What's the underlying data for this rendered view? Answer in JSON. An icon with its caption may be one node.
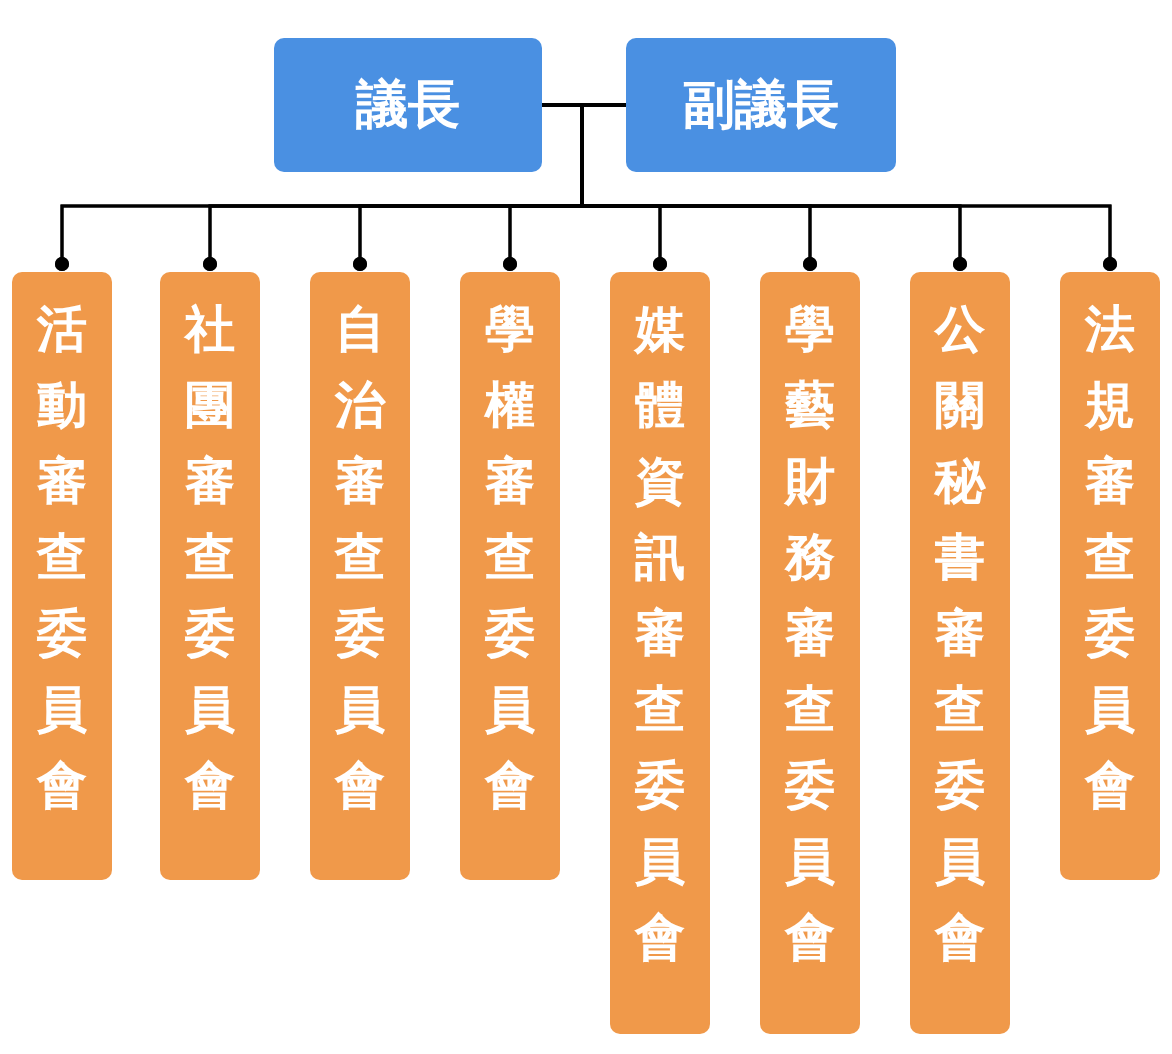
{
  "diagram": {
    "nodes": [
      {
        "text": [
          "議長"
        ]
      },
      {
        "text": [
          "副議長"
        ]
      },
      {
        "text": [
          "活動審查委員會"
        ]
      },
      {
        "text": [
          "社團審查委員會"
        ]
      },
      {
        "text": [
          "自治審查委員會"
        ]
      },
      {
        "text": [
          "學權審查委員會"
        ]
      },
      {
        "text": [
          "媒體資訊審查委員會"
        ]
      },
      {
        "text": [
          "學藝財務審查委員會"
        ]
      },
      {
        "text": [
          "公關秘書審查委員會"
        ]
      },
      {
        "text": [
          "法規審查委員會"
        ]
      }
    ],
    "edges": [
      {
        "from": 0,
        "to": 2,
        "arrow": "other"
      },
      {
        "from": 0,
        "to": 3,
        "arrow": "other"
      },
      {
        "from": 0,
        "to": 4,
        "arrow": "other"
      },
      {
        "from": 0,
        "to": 5,
        "arrow": "other"
      },
      {
        "from": 0,
        "to": 6,
        "arrow": "other"
      },
      {
        "from": 0,
        "to": 7,
        "arrow": "other"
      },
      {
        "from": 0,
        "to": 8,
        "arrow": "other"
      },
      {
        "from": 0,
        "to": 9,
        "arrow": "other"
      },
      {
        "from": 1,
        "to": 2,
        "arrow": "other"
      },
      {
        "from": 1,
        "to": 3,
        "arrow": "other"
      },
      {
        "from": 1,
        "to": 4,
        "arrow": "other"
      },
      {
        "from": 1,
        "to": 5,
        "arrow": "other"
      },
      {
        "from": 1,
        "to": 6,
        "arrow": "other"
      },
      {
        "from": 1,
        "to": 7,
        "arrow": "other"
      },
      {
        "from": 1,
        "to": 8,
        "arrow": "other"
      },
      {
        "from": 1,
        "to": 9,
        "arrow": "other"
      }
    ]
  }
}
